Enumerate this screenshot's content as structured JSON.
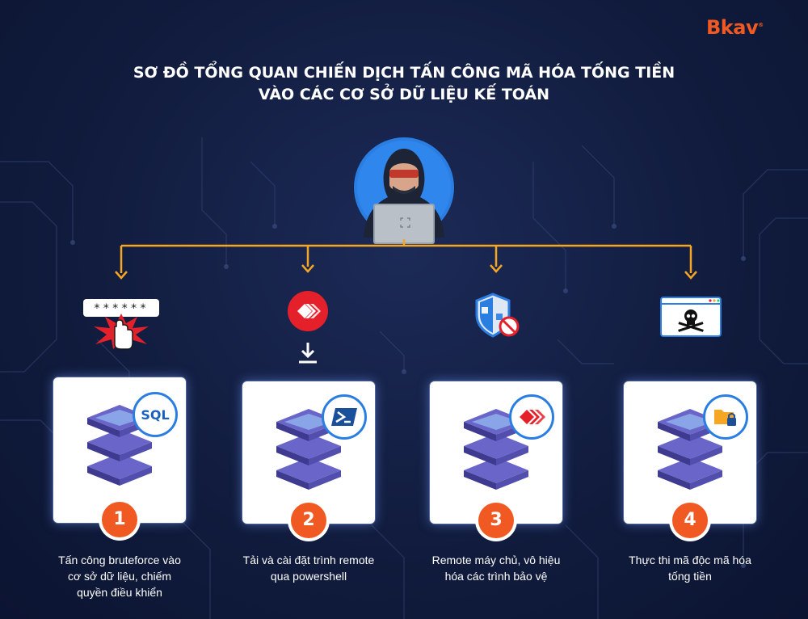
{
  "brand": {
    "name": "Bkav",
    "mark": "®",
    "color": "#f05a22"
  },
  "title": {
    "line1": "SƠ ĐỒ TỔNG QUAN CHIẾN DỊCH TẤN CÔNG MÃ HÓA TỐNG TIỀN",
    "line2": "VÀO CÁC CƠ SỞ DỮ LIỆU KẾ TOÁN"
  },
  "colors": {
    "accent": "#f5a623",
    "step": "#f05a22",
    "badge_border": "#2a7de1"
  },
  "attacker": {
    "icon": "hooded-hacker-laptop-icon"
  },
  "steps": [
    {
      "number": "1",
      "icon": "password-bruteforce-icon",
      "password_mask": "******",
      "badge": "SQL",
      "caption_l1": "Tấn công bruteforce vào",
      "caption_l2": "cơ sở dữ liệu, chiếm",
      "caption_l3": "quyền điều khiển"
    },
    {
      "number": "2",
      "icon": "remote-download-icon",
      "badge": "powershell-icon",
      "caption_l1": "Tải và cài đặt trình remote",
      "caption_l2": "qua powershell"
    },
    {
      "number": "3",
      "icon": "shield-disabled-icon",
      "badge": "remote-app-icon",
      "caption_l1": "Remote máy chủ, vô hiệu",
      "caption_l2": "hóa các trình bảo vệ"
    },
    {
      "number": "4",
      "icon": "skull-window-icon",
      "badge": "locked-folder-icon",
      "caption_l1": "Thực thi mã độc mã hóa",
      "caption_l2": "tống tiền"
    }
  ]
}
